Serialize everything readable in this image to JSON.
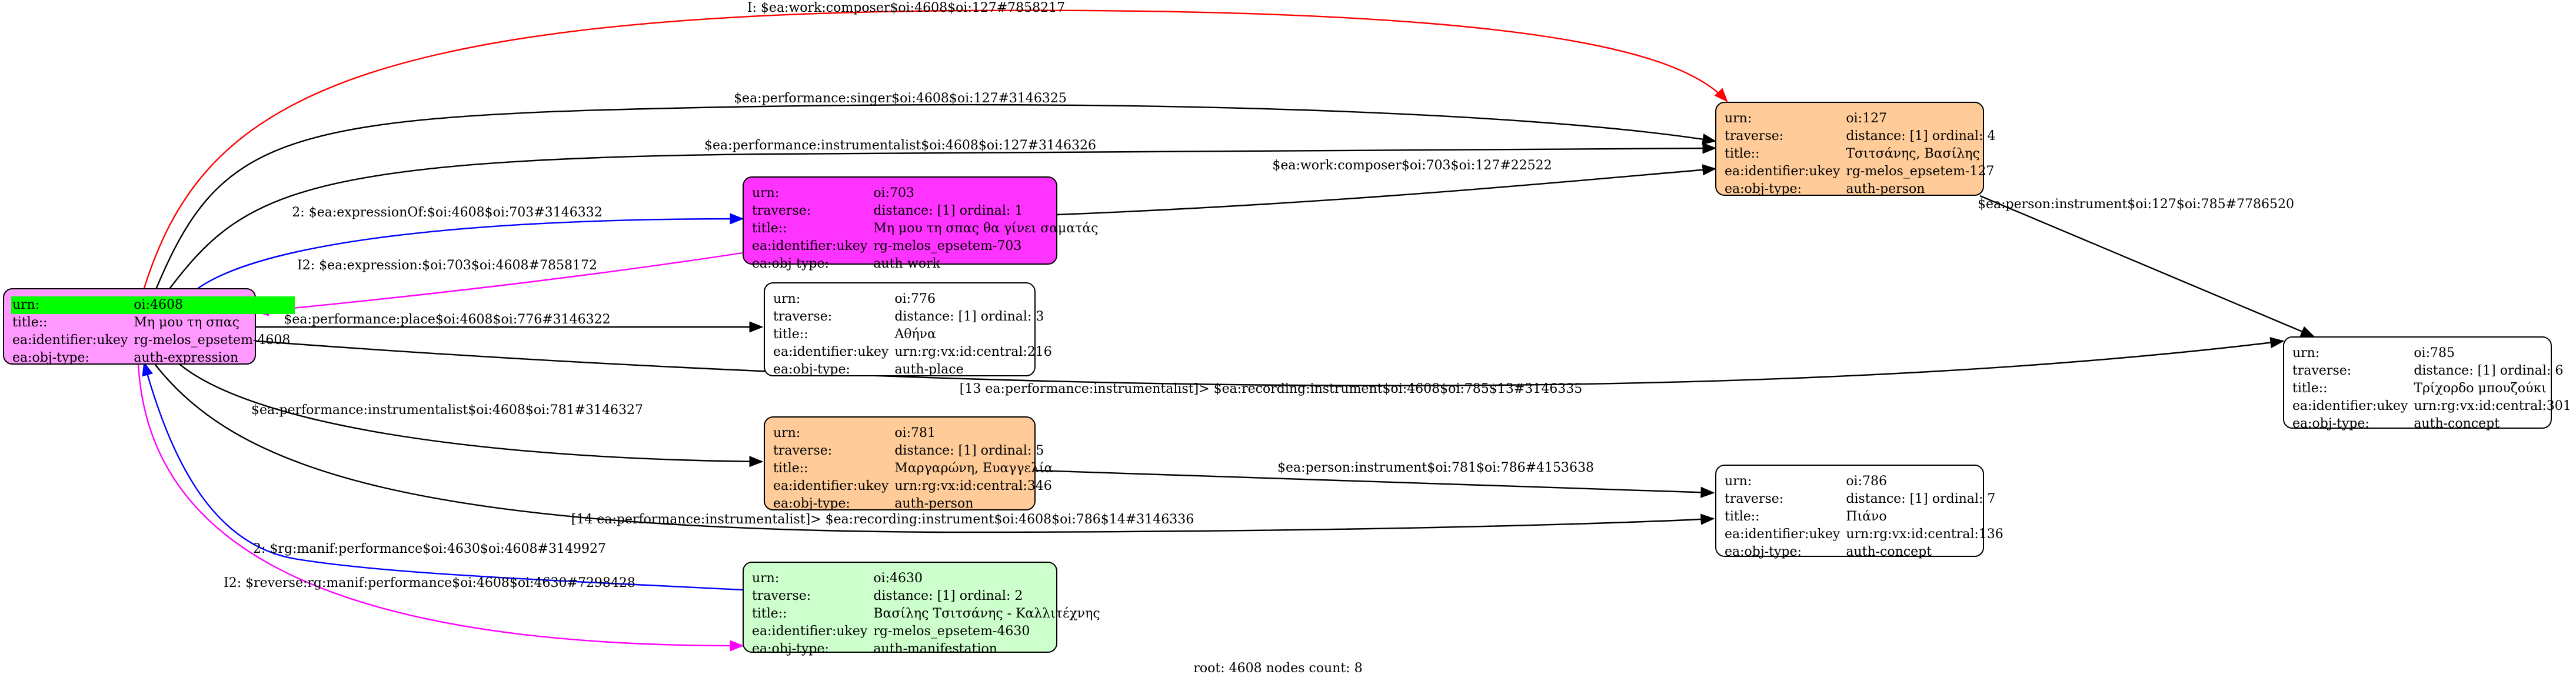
{
  "nodes": [
    {
      "id": "n4608",
      "fill": "#ff99ff",
      "rows": [
        {
          "k": "urn:",
          "v": "oi:4608",
          "hl": true
        },
        {
          "k": "title::",
          "v": "Μη μου τη σπας"
        },
        {
          "k": "ea:identifier:ukey",
          "v": "rg-melos_epsetem-4608"
        },
        {
          "k": "ea:obj-type:",
          "v": "auth-expression"
        }
      ]
    },
    {
      "id": "n703",
      "fill": "#ff33ff",
      "rows": [
        {
          "k": "urn:",
          "v": "oi:703"
        },
        {
          "k": "traverse:",
          "v": "distance: [1]     ordinal: 1"
        },
        {
          "k": "title::",
          "v": "Μη μου τη σπας θα γίνει σαματάς"
        },
        {
          "k": "ea:identifier:ukey",
          "v": "rg-melos_epsetem-703"
        },
        {
          "k": "ea:obj-type:",
          "v": "auth-work"
        }
      ]
    },
    {
      "id": "n776",
      "fill": "#ffffff",
      "rows": [
        {
          "k": "urn:",
          "v": "oi:776"
        },
        {
          "k": "traverse:",
          "v": "distance: [1]     ordinal: 3"
        },
        {
          "k": "title::",
          "v": "Αθήνα"
        },
        {
          "k": "ea:identifier:ukey",
          "v": "urn:rg:vx:id:central:216"
        },
        {
          "k": "ea:obj-type:",
          "v": "auth-place"
        }
      ]
    },
    {
      "id": "n781",
      "fill": "#ffcc99",
      "rows": [
        {
          "k": "urn:",
          "v": "oi:781"
        },
        {
          "k": "traverse:",
          "v": "distance: [1]     ordinal: 5"
        },
        {
          "k": "title::",
          "v": "Μαργαρώνη, Ευαγγελία"
        },
        {
          "k": "ea:identifier:ukey",
          "v": "urn:rg:vx:id:central:346"
        },
        {
          "k": "ea:obj-type:",
          "v": "auth-person"
        }
      ]
    },
    {
      "id": "n4630",
      "fill": "#ccffcc",
      "rows": [
        {
          "k": "urn:",
          "v": "oi:4630"
        },
        {
          "k": "traverse:",
          "v": "distance: [1]     ordinal: 2"
        },
        {
          "k": "title::",
          "v": "Βασίλης Τσιτσάνης - Καλλιτέχνης"
        },
        {
          "k": "ea:identifier:ukey",
          "v": "rg-melos_epsetem-4630"
        },
        {
          "k": "ea:obj-type:",
          "v": "auth-manifestation"
        }
      ]
    },
    {
      "id": "n127",
      "fill": "#ffcc99",
      "rows": [
        {
          "k": "urn:",
          "v": "oi:127"
        },
        {
          "k": "traverse:",
          "v": "distance: [1]     ordinal: 4"
        },
        {
          "k": "title::",
          "v": "Τσιτσάνης, Βασίλης"
        },
        {
          "k": "ea:identifier:ukey",
          "v": "rg-melos_epsetem-127"
        },
        {
          "k": "ea:obj-type:",
          "v": "auth-person"
        }
      ]
    },
    {
      "id": "n786",
      "fill": "#ffffff",
      "rows": [
        {
          "k": "urn:",
          "v": "oi:786"
        },
        {
          "k": "traverse:",
          "v": "distance: [1]     ordinal: 7"
        },
        {
          "k": "title::",
          "v": "Πιάνο"
        },
        {
          "k": "ea:identifier:ukey",
          "v": "urn:rg:vx:id:central:136"
        },
        {
          "k": "ea:obj-type:",
          "v": "auth-concept"
        }
      ]
    },
    {
      "id": "n785",
      "fill": "#ffffff",
      "rows": [
        {
          "k": "urn:",
          "v": "oi:785"
        },
        {
          "k": "traverse:",
          "v": "distance: [1]     ordinal: 6"
        },
        {
          "k": "title::",
          "v": "Τρίχορδο μπουζούκι"
        },
        {
          "k": "ea:identifier:ukey",
          "v": "urn:rg:vx:id:central:301"
        },
        {
          "k": "ea:obj-type:",
          "v": "auth-concept"
        }
      ]
    }
  ],
  "edges": [
    {
      "id": "e1",
      "label": "I: $ea:work:composer$oi:4608$oi:127#7858217",
      "color": "#ff0000"
    },
    {
      "id": "e2",
      "label": "$ea:performance:singer$oi:4608$oi:127#3146325",
      "color": "#000000"
    },
    {
      "id": "e3",
      "label": "$ea:performance:instrumentalist$oi:4608$oi:127#3146326",
      "color": "#000000"
    },
    {
      "id": "e4",
      "label": "2: $ea:expressionOf:$oi:4608$oi:703#3146332",
      "color": "#0000ff"
    },
    {
      "id": "e5",
      "label": "I2: $ea:expression:$oi:703$oi:4608#7858172",
      "color": "#ff00ff"
    },
    {
      "id": "e6",
      "label": "$ea:work:composer$oi:703$oi:127#22522",
      "color": "#000000"
    },
    {
      "id": "e7",
      "label": "$ea:performance:place$oi:4608$oi:776#3146322",
      "color": "#000000"
    },
    {
      "id": "e8",
      "label": "[13 ea:performance:instrumentalist]> $ea:recording:instrument$oi:4608$oi:785$13#3146335",
      "color": "#000000"
    },
    {
      "id": "e9",
      "label": "$ea:performance:instrumentalist$oi:4608$oi:781#3146327",
      "color": "#000000"
    },
    {
      "id": "e10",
      "label": "$ea:person:instrument$oi:781$oi:786#4153638",
      "color": "#000000"
    },
    {
      "id": "e11",
      "label": "[14 ea:performance:instrumentalist]> $ea:recording:instrument$oi:4608$oi:786$14#3146336",
      "color": "#000000"
    },
    {
      "id": "e12",
      "label": "2: $rg:manif:performance$oi:4630$oi:4608#3149927",
      "color": "#0000ff"
    },
    {
      "id": "e13",
      "label": "I2: $reverse:rg:manif:performance$oi:4608$oi:4630#7298428",
      "color": "#ff00ff"
    },
    {
      "id": "e14",
      "label": "$ea:person:instrument$oi:127$oi:785#7786520",
      "color": "#000000"
    }
  ],
  "footer": "root: 4608 nodes count: 8"
}
